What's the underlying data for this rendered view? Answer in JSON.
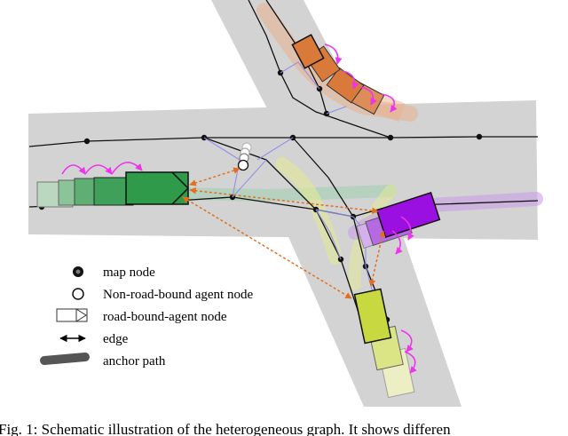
{
  "legend": {
    "map_node": "map node",
    "nonroad_node": "Non-road-bound agent node",
    "roadbound_node": "road-bound-agent node",
    "edge": "edge",
    "anchor_path": "anchor path"
  },
  "caption": "Fig. 1: Schematic illustration of the heterogeneous graph. It shows differen",
  "colors": {
    "road": "#d3d3d3",
    "map_line": "#111111",
    "map_edge": "#8f8fe8",
    "agent_edge": "#e07020",
    "temporal_edge": "#ee33ee",
    "green_vehicle": "#2e9a4a",
    "orange_vehicle": "#d97a3a",
    "purple_vehicle": "#9a10e0",
    "yellow_vehicle": "#c8d840"
  }
}
